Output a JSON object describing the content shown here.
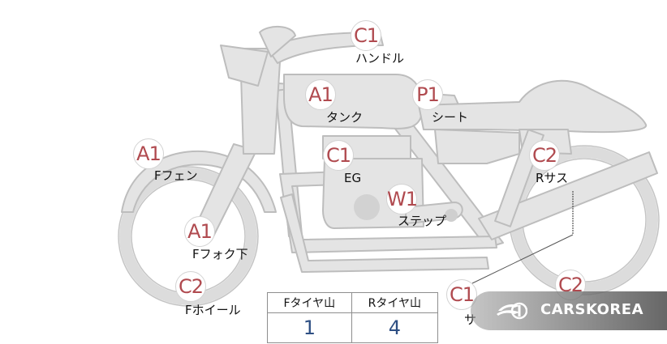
{
  "parts": [
    {
      "grade": "C1",
      "label": "ハンドル"
    },
    {
      "grade": "A1",
      "label": "タンク"
    },
    {
      "grade": "P1",
      "label": "シート"
    },
    {
      "grade": "A1",
      "label": "Fフェン"
    },
    {
      "grade": "C1",
      "label": "EG"
    },
    {
      "grade": "C2",
      "label": "Rサス"
    },
    {
      "grade": "W1",
      "label": "ステップ"
    },
    {
      "grade": "A1",
      "label": "Fフォク下"
    },
    {
      "grade": "C2",
      "label": "Fホイール"
    },
    {
      "grade": "C1",
      "label": "サ"
    },
    {
      "grade": "C2",
      "label": ""
    }
  ],
  "tire_table": {
    "front_header": "Fタイヤ山",
    "rear_header": "Rタイヤ山",
    "front_value": "1",
    "rear_value": "4"
  },
  "watermark": {
    "text": "CARSKOREA",
    "icon": "carskorea-logo-icon"
  },
  "colors": {
    "grade_text": "#b04a4f",
    "table_value": "#2e4f83",
    "bike_fill": "#e2e2e2",
    "bike_stroke": "#b9b9b9"
  }
}
